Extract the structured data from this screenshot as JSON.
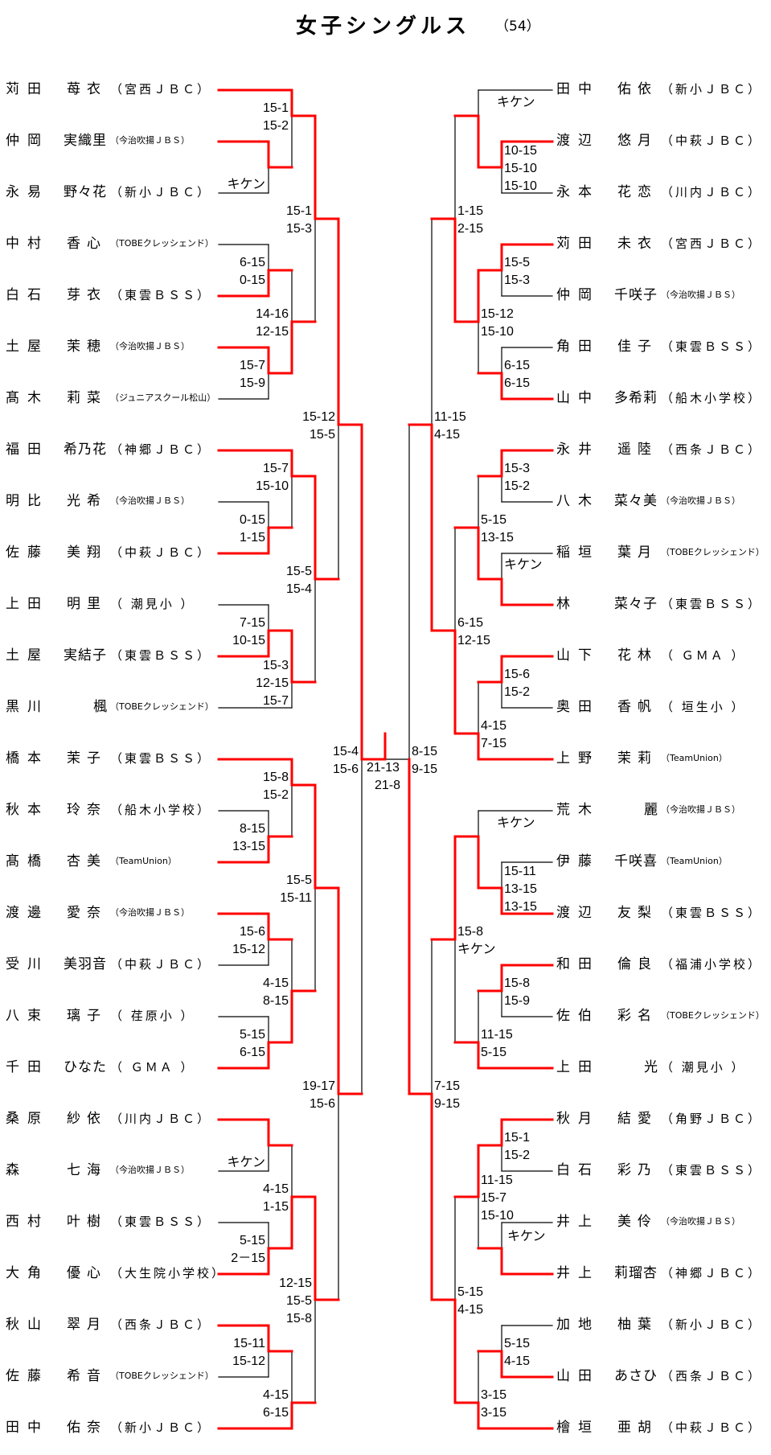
{
  "title": "女子シングルス",
  "entry_count": "（54）",
  "colors": {
    "winner_line": "#ff0000",
    "line": "#000000"
  },
  "left_players": [
    {
      "surname": "苅田",
      "given": "苺衣",
      "club": "（宮西ＪＢＣ）"
    },
    {
      "surname": "仲岡",
      "given": "実織里",
      "club": "（今治吹揚ＪＢＳ）"
    },
    {
      "surname": "永易",
      "given": "野々花",
      "club": "（新小ＪＢＣ）"
    },
    {
      "surname": "中村",
      "given": "香心",
      "club": "（TOBEクレッシェンド）"
    },
    {
      "surname": "白石",
      "given": "芽衣",
      "club": "（東雲ＢＳＳ）"
    },
    {
      "surname": "土屋",
      "given": "茉穂",
      "club": "（今治吹揚ＪＢＳ）"
    },
    {
      "surname": "髙木",
      "given": "莉菜",
      "club": "（ジュニアスクール松山）"
    },
    {
      "surname": "福田",
      "given": "希乃花",
      "club": "（神郷ＪＢＣ）"
    },
    {
      "surname": "明比",
      "given": "光希",
      "club": "（今治吹揚ＪＢＳ）"
    },
    {
      "surname": "佐藤",
      "given": "美翔",
      "club": "（中萩ＪＢＣ）"
    },
    {
      "surname": "上田",
      "given": "明里",
      "club": "（ 潮見小 ）"
    },
    {
      "surname": "土屋",
      "given": "実結子",
      "club": "（東雲ＢＳＳ）"
    },
    {
      "surname": "黒川",
      "given": "楓",
      "club": "（TOBEクレッシェンド）"
    },
    {
      "surname": "橋本",
      "given": "茉子",
      "club": "（東雲ＢＳＳ）"
    },
    {
      "surname": "秋本",
      "given": "玲奈",
      "club": "（船木小学校）"
    },
    {
      "surname": "髙橋",
      "given": "杏美",
      "club": "（TeamUnion）"
    },
    {
      "surname": "渡邊",
      "given": "愛奈",
      "club": "（今治吹揚ＪＢＳ）"
    },
    {
      "surname": "受川",
      "given": "美羽音",
      "club": "（中萩ＪＢＣ）"
    },
    {
      "surname": "八束",
      "given": "璃子",
      "club": "（ 荏原小 ）"
    },
    {
      "surname": "千田",
      "given": "ひなた",
      "club": "（ ＧＭＡ ）"
    },
    {
      "surname": "桑原",
      "given": "紗依",
      "club": "（川内ＪＢＣ）"
    },
    {
      "surname": "森",
      "given": "七海",
      "club": "（今治吹揚ＪＢＳ）"
    },
    {
      "surname": "西村",
      "given": "叶樹",
      "club": "（東雲ＢＳＳ）"
    },
    {
      "surname": "大角",
      "given": "優心",
      "club": "（大生院小学校）"
    },
    {
      "surname": "秋山",
      "given": "翠月",
      "club": "（西条ＪＢＣ）"
    },
    {
      "surname": "佐藤",
      "given": "希音",
      "club": "（TOBEクレッシェンド）"
    },
    {
      "surname": "田中",
      "given": "佑奈",
      "club": "（新小ＪＢＣ）"
    }
  ],
  "right_players": [
    {
      "surname": "田中",
      "given": "佑依",
      "club": "（新小ＪＢＣ）"
    },
    {
      "surname": "渡辺",
      "given": "悠月",
      "club": "（中萩ＪＢＣ）"
    },
    {
      "surname": "永本",
      "given": "花恋",
      "club": "（川内ＪＢＣ）"
    },
    {
      "surname": "苅田",
      "given": "未衣",
      "club": "（宮西ＪＢＣ）"
    },
    {
      "surname": "仲岡",
      "given": "千咲子",
      "club": "（今治吹揚ＪＢＳ）"
    },
    {
      "surname": "角田",
      "given": "佳子",
      "club": "（東雲ＢＳＳ）"
    },
    {
      "surname": "山中",
      "given": "多希莉",
      "club": "（船木小学校）"
    },
    {
      "surname": "永井",
      "given": "遥陸",
      "club": "（西条ＪＢＣ）"
    },
    {
      "surname": "八木",
      "given": "菜々美",
      "club": "（今治吹揚ＪＢＳ）"
    },
    {
      "surname": "稲垣",
      "given": "葉月",
      "club": "（TOBEクレッシェンド）"
    },
    {
      "surname": "林",
      "given": "菜々子",
      "club": "（東雲ＢＳＳ）"
    },
    {
      "surname": "山下",
      "given": "花林",
      "club": "（ ＧＭＡ ）"
    },
    {
      "surname": "奥田",
      "given": "香帆",
      "club": "（ 垣生小 ）"
    },
    {
      "surname": "上野",
      "given": "茉莉",
      "club": "（TeamUnion）"
    },
    {
      "surname": "荒木",
      "given": "麗",
      "club": "（今治吹揚ＪＢＳ）"
    },
    {
      "surname": "伊藤",
      "given": "千咲喜",
      "club": "（TeamUnion）"
    },
    {
      "surname": "渡辺",
      "given": "友梨",
      "club": "（東雲ＢＳＳ）"
    },
    {
      "surname": "和田",
      "given": "倫良",
      "club": "（福浦小学校）"
    },
    {
      "surname": "佐伯",
      "given": "彩名",
      "club": "（TOBEクレッシェンド）"
    },
    {
      "surname": "上田",
      "given": "光",
      "club": "（ 潮見小 ）"
    },
    {
      "surname": "秋月",
      "given": "結愛",
      "club": "（角野ＪＢＣ）"
    },
    {
      "surname": "白石",
      "given": "彩乃",
      "club": "（東雲ＢＳＳ）"
    },
    {
      "surname": "井上",
      "given": "美伶",
      "club": "（今治吹揚ＪＢＳ）"
    },
    {
      "surname": "井上",
      "given": "莉瑠杏",
      "club": "（神郷ＪＢＣ）"
    },
    {
      "surname": "加地",
      "given": "柚葉",
      "club": "（新小ＪＢＣ）"
    },
    {
      "surname": "山田",
      "given": "あさひ",
      "club": "（西条ＪＢＣ）"
    },
    {
      "surname": "檜垣",
      "given": "亜胡",
      "club": "（中萩ＪＢＣ）"
    }
  ],
  "scores": {
    "L1": [
      "キケン"
    ],
    "L2": [
      "15-1",
      "15-2"
    ],
    "L3": [
      "6-15",
      "0-15"
    ],
    "L4": [
      "15-7",
      "15-9"
    ],
    "L5": [
      "14-16",
      "12-15"
    ],
    "L6": [
      "15-1",
      "15-3"
    ],
    "L7": [
      "0-15",
      "1-15"
    ],
    "L8": [
      "15-7",
      "15-10"
    ],
    "L9": [
      "7-15",
      "10-15"
    ],
    "L10": [
      "15-3",
      "12-15",
      "15-7"
    ],
    "L11": [
      "15-5",
      "15-4"
    ],
    "L12": [
      "15-12",
      "15-5"
    ],
    "L13": [
      "8-15",
      "13-15"
    ],
    "L14": [
      "15-8",
      "15-2"
    ],
    "L15": [
      "15-6",
      "15-12"
    ],
    "L16": [
      "5-15",
      "6-15"
    ],
    "L17": [
      "4-15",
      "8-15"
    ],
    "L18": [
      "15-5",
      "15-11"
    ],
    "L19": [
      "キケン"
    ],
    "L20": [
      "5-15",
      "2－15"
    ],
    "L21": [
      "4-15",
      "1-15"
    ],
    "L22": [
      "15-11",
      "15-12"
    ],
    "L23": [
      "4-15",
      "6-15"
    ],
    "L24": [
      "12-15",
      "15-5",
      "15-8"
    ],
    "L25": [
      "19-17",
      "15-6"
    ],
    "L26": [
      "15-4",
      "15-6"
    ],
    "R1": [
      "10-15",
      "15-10",
      "15-10"
    ],
    "R2": [
      "キケン"
    ],
    "R3": [
      "15-5",
      "15-3"
    ],
    "R4": [
      "6-15",
      "6-15"
    ],
    "R5": [
      "15-12",
      "15-10"
    ],
    "R6": [
      "1-15",
      "2-15"
    ],
    "R7": [
      "15-3",
      "15-2"
    ],
    "R8": [
      "キケン"
    ],
    "R9": [
      "5-15",
      "13-15"
    ],
    "R10": [
      "15-6",
      "15-2"
    ],
    "R11": [
      "4-15",
      "7-15"
    ],
    "R12": [
      "6-15",
      "12-15"
    ],
    "R13": [
      "11-15",
      "4-15"
    ],
    "R14": [
      "15-11",
      "13-15",
      "13-15"
    ],
    "R15": [
      "キケン"
    ],
    "R16": [
      "15-8",
      "15-9"
    ],
    "R17": [
      "11-15",
      "5-15"
    ],
    "R18": [
      "15-8",
      "キケン"
    ],
    "R19": [
      "15-1",
      "15-2"
    ],
    "R20": [
      "キケン"
    ],
    "R21": [
      "11-15",
      "15-7",
      "15-10"
    ],
    "R22": [
      "5-15",
      "4-15"
    ],
    "R23": [
      "3-15",
      "3-15"
    ],
    "R24": [
      "5-15",
      "4-15"
    ],
    "R25": [
      "7-15",
      "9-15"
    ],
    "R26": [
      "8-15",
      "9-15"
    ],
    "FINAL": [
      "21-13",
      "21-8"
    ]
  }
}
